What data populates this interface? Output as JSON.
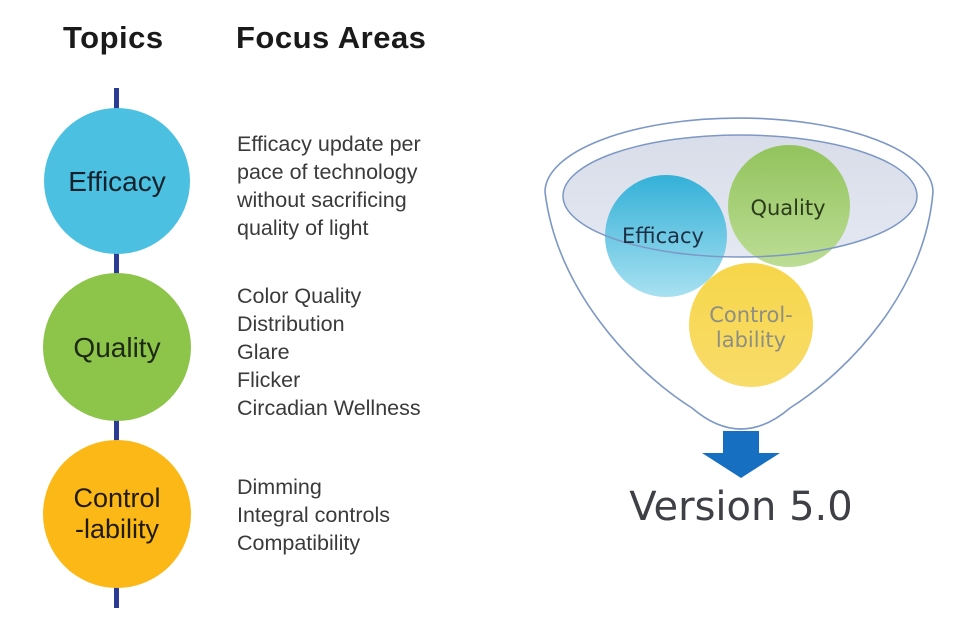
{
  "palette": {
    "background": "#ffffff",
    "heading_text": "#1a1a1a",
    "body_text": "#3a3a3a"
  },
  "left_panel": {
    "heading_topics": "Topics",
    "heading_focus": "Focus Areas",
    "connector_color": "#2b3a92",
    "items": [
      {
        "topic": "Efficacy",
        "color": "#4bc0e0",
        "label_color": "#15222d",
        "focus_lines": [
          "Efficacy update per",
          "pace of technology",
          "without sacrificing",
          "quality of light"
        ]
      },
      {
        "topic": "Quality",
        "color": "#8cc549",
        "label_color": "#1e2913",
        "focus_lines": [
          "Color Quality",
          "Distribution",
          "Glare",
          "Flicker",
          "Circadian Wellness"
        ]
      },
      {
        "topic": "Control\n-lability",
        "color": "#fbb817",
        "label_color": "#201b0b",
        "focus_lines": [
          "Dimming",
          "Integral controls",
          "Compatibility"
        ]
      }
    ]
  },
  "funnel": {
    "outline_color": "#7d98c5",
    "bowl_top_color": "#d8dde9",
    "bowl_bottom_color": "#e4e8f2",
    "circles": [
      {
        "label": "Efficacy",
        "top_color": "#34b0d8",
        "bottom_color": "#a8e1f1",
        "label_color": "#1d3044"
      },
      {
        "label": "Quality",
        "top_color": "#92c35c",
        "bottom_color": "#bcdd95",
        "label_color": "#2c3b1a"
      },
      {
        "label_line1": "Control-",
        "label_line2": "lability",
        "top_color": "#f7d64a",
        "bottom_color": "#f8dc6a",
        "label_color": "#8e8e83"
      }
    ],
    "arrow_color": "#166fc0",
    "result_label": "Version 5.0"
  }
}
